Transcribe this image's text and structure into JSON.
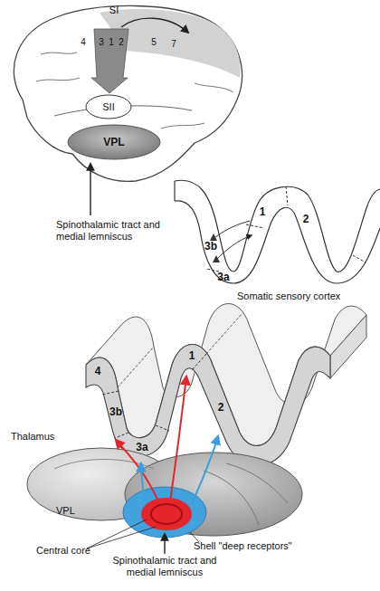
{
  "diagram": {
    "nodes": [
      {
        "text": [
          "SII"
        ]
      },
      {
        "text": [
          "VPL"
        ]
      }
    ],
    "labels": [
      "SI",
      "4",
      "3",
      "1",
      "2",
      "5",
      "7",
      "Spinothalamic tract and medial lemniscus",
      "1",
      "2",
      "3b",
      "3a",
      "Somatic sensory cortex",
      "4",
      "3b",
      "1",
      "2",
      "3a",
      "Thalamus",
      "VPL",
      "Central core",
      "Shell \"deep receptors\"",
      "Spinothalamic tract and medial lemniscus"
    ]
  }
}
